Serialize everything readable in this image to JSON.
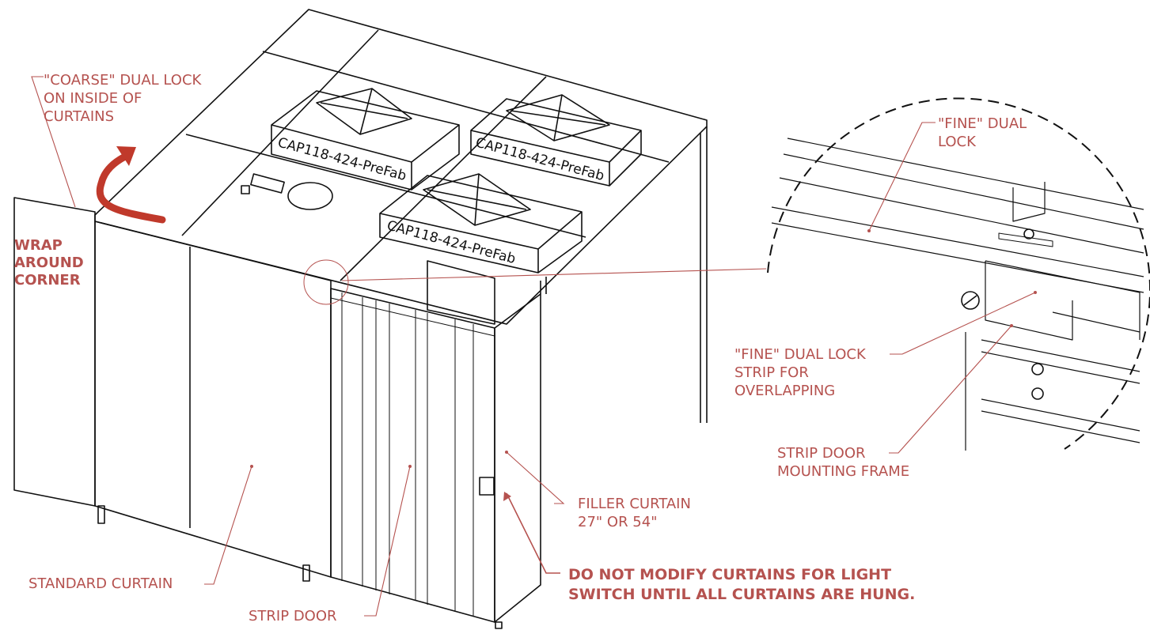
{
  "unit_labels": [
    "CAP118-424-PreFab",
    "CAP118-424-PreFab",
    "CAP118-424-PreFab"
  ],
  "callouts": {
    "coarse_dual_lock": [
      "\"COARSE\" DUAL LOCK",
      "ON INSIDE OF",
      "CURTAINS"
    ],
    "wrap_around": [
      "WRAP",
      "AROUND",
      "CORNER"
    ],
    "fine_dual_lock": [
      "\"FINE\" DUAL",
      "LOCK"
    ],
    "fine_strip": [
      "\"FINE\" DUAL LOCK",
      "STRIP FOR",
      "OVERLAPPING"
    ],
    "strip_door_frame": [
      "STRIP DOOR",
      "MOUNTING FRAME"
    ],
    "filler_curtain": [
      "FILLER CURTAIN",
      "27\" OR 54\""
    ],
    "standard_curtain": "STANDARD CURTAIN",
    "strip_door": "STRIP DOOR",
    "warning": [
      "DO NOT MODIFY CURTAINS FOR LIGHT",
      "SWITCH UNTIL ALL CURTAINS ARE HUNG."
    ]
  },
  "colors": {
    "callout": "#b5524f",
    "arrow": "#c0392b",
    "line": "#111111"
  }
}
